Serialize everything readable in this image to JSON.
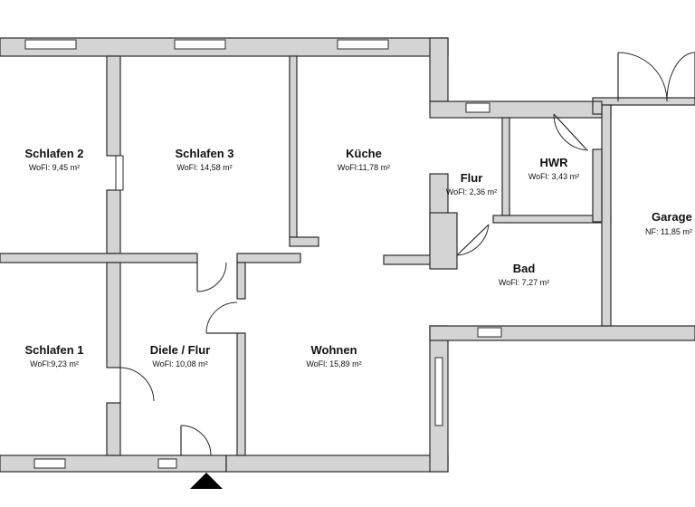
{
  "rooms": [
    {
      "name": "Schlafen 2",
      "area": "WoFl: 9,45 m²"
    },
    {
      "name": "Schlafen 3",
      "area": "WoFl: 14,58 m²"
    },
    {
      "name": "Küche",
      "area": "WoFl:11,78 m²"
    },
    {
      "name": "Flur",
      "area": "WoFl: 2,36 m²"
    },
    {
      "name": "HWR",
      "area": "WoFl: 3,43 m²"
    },
    {
      "name": "Garage",
      "area": "NF: 11,85 m²"
    },
    {
      "name": "Bad",
      "area": "WoFl: 7,27 m²"
    },
    {
      "name": "Schlafen 1",
      "area": "WoFl:9,23 m²"
    },
    {
      "name": "Diele / Flur",
      "area": "WoFl: 10,08 m²"
    },
    {
      "name": "Wohnen",
      "area": "WoFl: 15,89 m²"
    }
  ],
  "colors": {
    "wall": "#d4d4d4",
    "line": "#2a2a2a",
    "background": "#ffffff"
  },
  "icons": {
    "entrance": "entrance-triangle-icon"
  }
}
